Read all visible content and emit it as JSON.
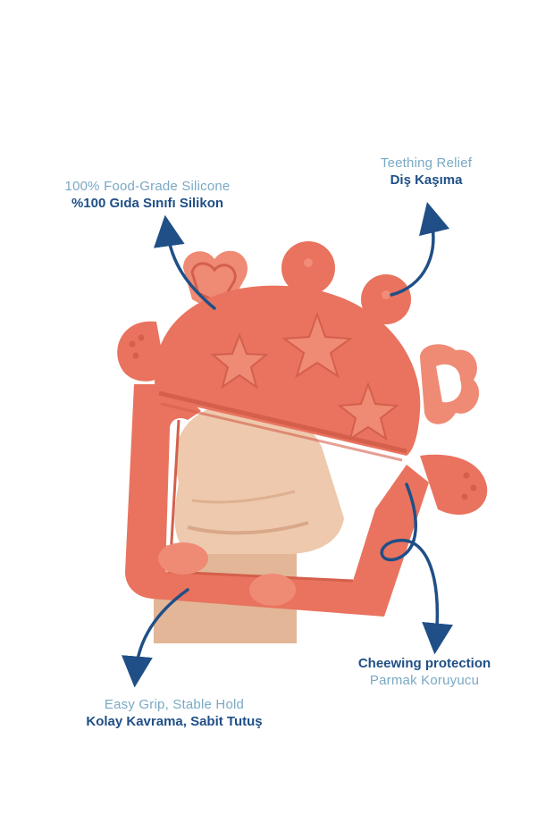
{
  "colors": {
    "accent_light": "#7aa9c4",
    "accent_dark": "#1f4f86",
    "product": "#e9735f",
    "product_dark": "#d45f4b",
    "skin": "#e9c4a8"
  },
  "callouts": {
    "silicone": {
      "en": "100% Food-Grade Silicone",
      "tr": "%100 Gıda Sınıfı Silikon"
    },
    "teething": {
      "en": "Teething Relief",
      "tr": "Diş Kaşıma"
    },
    "protection": {
      "en": "Cheewing protection",
      "tr": "Parmak Koruyucu"
    },
    "grip": {
      "en": "Easy Grip, Stable Hold",
      "tr": "Kolay Kavrama, Sabit Tutuş"
    }
  },
  "icons": [
    "star-icon",
    "heart-teether-icon",
    "cloud-ring-icon",
    "arrow-icon"
  ]
}
